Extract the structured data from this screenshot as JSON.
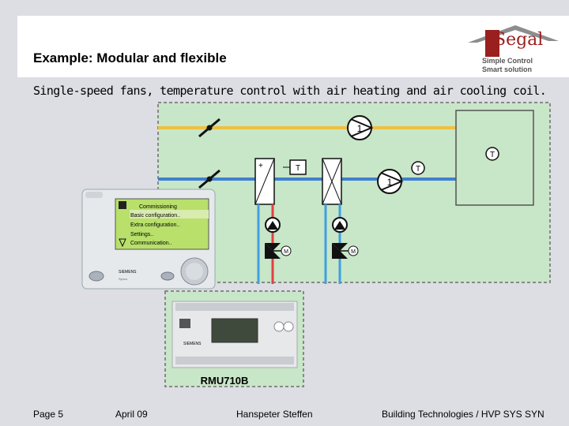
{
  "header": {
    "title": "Example: Modular and flexible",
    "logo": {
      "word": "Segal",
      "line1": "Simple Control",
      "line2": "Smart solution"
    }
  },
  "subtitle": "Single-speed fans, temperature control with air heating and air cooling coil.",
  "diagram": {
    "fan_top_label": "1",
    "fan_bottom_label": "1",
    "room_sensor_label": "T",
    "supply_sensor_label": "T",
    "coil_sensor_label": "T",
    "heating_coil_sign": "+",
    "valve_label": "M",
    "supply_line_color": "#f0c040",
    "return_line_color": "#4080d0",
    "heating_pipe_color": "#e04040",
    "cooling_pipe_color": "#40a0e0",
    "panel_color": "#c8e6c8"
  },
  "operator_unit": {
    "menu": [
      "Commissioning",
      "Basic configuration..",
      "Extra configuration..",
      "Settings..",
      "Communication.."
    ],
    "brand": "SIEMENS",
    "model_small": "Synco"
  },
  "controller": {
    "brand": "SIEMENS",
    "model": "RMU710B"
  },
  "footer": {
    "page": "Page 5",
    "date": "April 09",
    "author": "Hanspeter Steffen",
    "dept": "Building Technologies / HVP SYS SYN"
  }
}
